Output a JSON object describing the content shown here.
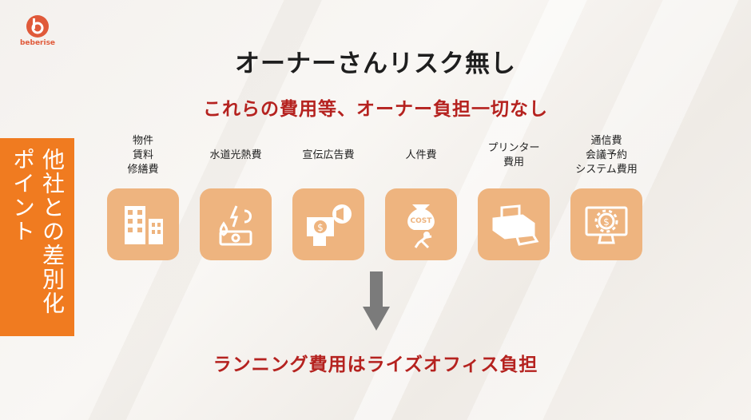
{
  "brand": {
    "name": "beberise"
  },
  "title": "オーナーさんリスク無し",
  "subtitle": "これらの費用等、オーナー負担一切なし",
  "side_banner": {
    "line1": "他社との差別化",
    "line2": "ポイント"
  },
  "items": [
    {
      "label": "物件\n賃料\n修繕費",
      "icon": "building-icon"
    },
    {
      "label": "水道光熱費",
      "icon": "utilities-icon"
    },
    {
      "label": "宣伝広告費",
      "icon": "advertising-icon"
    },
    {
      "label": "人件費",
      "icon": "cost-burden-icon"
    },
    {
      "label": "プリンター\n費用",
      "icon": "printer-icon"
    },
    {
      "label": "通信費\n会議予約\nシステム費用",
      "icon": "system-icon"
    }
  ],
  "bottom_text": "ランニング費用はライズオフィス負担",
  "colors": {
    "accent_orange": "#f07b20",
    "tile": "#eeb47f",
    "red_text": "#b5221f",
    "logo": "#e05a3a"
  }
}
